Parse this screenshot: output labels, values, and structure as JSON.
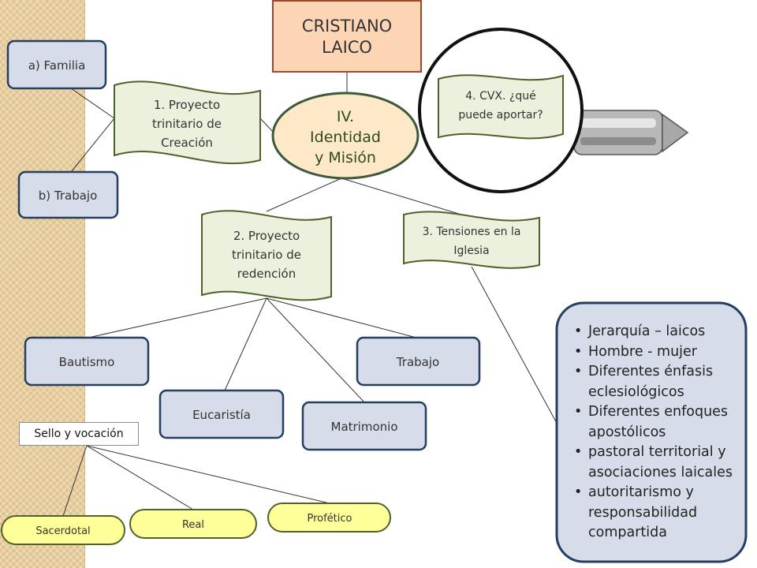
{
  "title": {
    "line1": "CRISTIANO",
    "line2": "LAICO"
  },
  "center": {
    "line1": "IV.",
    "line2": "Identidad",
    "line3": "y Misión"
  },
  "proyecto1": {
    "line1": "1. Proyecto",
    "line2": "trinitario de",
    "line3": "Creación"
  },
  "familia": "a) Familia",
  "trabajo_b": "b) Trabajo",
  "cvx": {
    "line1": "4. CVX. ¿qué",
    "line2": "puede aportar?"
  },
  "proyecto2": {
    "line1": "2. Proyecto",
    "line2": "trinitario de",
    "line3": "redención"
  },
  "tensiones": {
    "line1": "3. Tensiones en la",
    "line2": "Iglesia"
  },
  "bautismo": "Bautismo",
  "trabajo": "Trabajo",
  "eucaristia": "Eucaristía",
  "matrimonio": "Matrimonio",
  "sello": "Sello y vocación",
  "sacerdotal": "Sacerdotal",
  "real": "Real",
  "profetico": "Profético",
  "tensions_list": [
    {
      "line1": "Jerarquía – laicos"
    },
    {
      "line1": "Hombre - mujer"
    },
    {
      "line1": "Diferentes énfasis",
      "line2": "eclesiológicos"
    },
    {
      "line1": "Diferentes enfoques",
      "line2": "apostólicos"
    },
    {
      "line1": "pastoral territorial y",
      "line2": "asociaciones laicales"
    },
    {
      "line1": "autoritarismo y",
      "line2": "responsabilidad",
      "line3": "compartida"
    }
  ],
  "colors": {
    "title_fill": "#fcd5b5",
    "title_border": "#a0462d",
    "center_fill": "#fde9c8",
    "center_border": "#3a5a3a",
    "green_fill": "#ebf1dd",
    "green_border": "#4f6228",
    "blue_fill": "#d6dce9",
    "blue_border": "#243f60",
    "yellow_fill": "#ffff99",
    "yellow_border": "#4f6228"
  }
}
